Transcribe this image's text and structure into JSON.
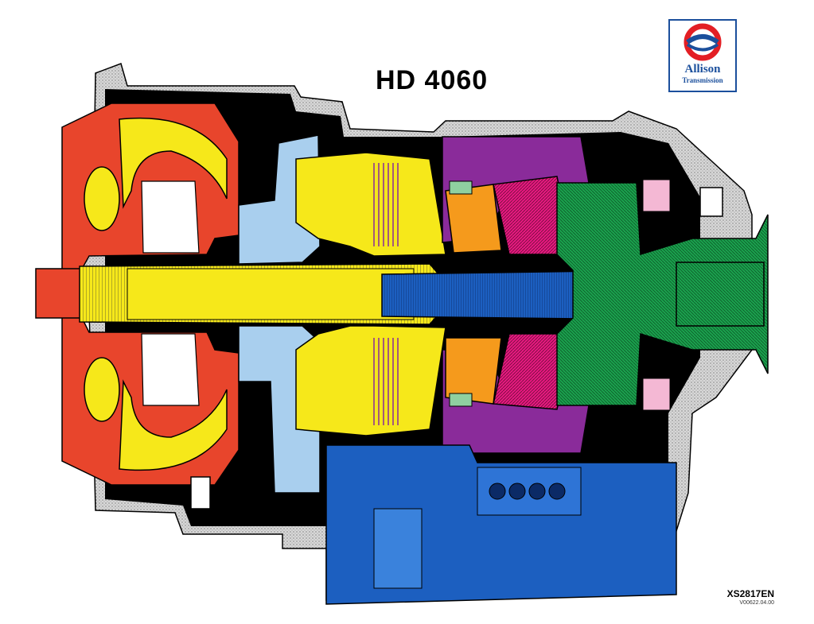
{
  "title": "HD  4060",
  "logo": {
    "line1": "Allison",
    "line2": "Transmission",
    "colors": {
      "red": "#e31e24",
      "blue": "#1b4f9c"
    }
  },
  "drawing_code": "XS2817EN",
  "version": "V00622.04.00",
  "colors": {
    "torque_converter": "#e8452c",
    "converter_turbine": "#f6e81a",
    "input_shaft": "#f6e81a",
    "pump_housing": "#a9cfee",
    "planetary_1": "#f59a1c",
    "planetary_2": "#e6197f",
    "clutch_pack": "#8a2b9a",
    "output": "#1aa04d",
    "main_shaft": "#1c5fc0",
    "valve_body": "#1c5fc0",
    "housing": "#000000",
    "casting": "#d8d8d8"
  }
}
